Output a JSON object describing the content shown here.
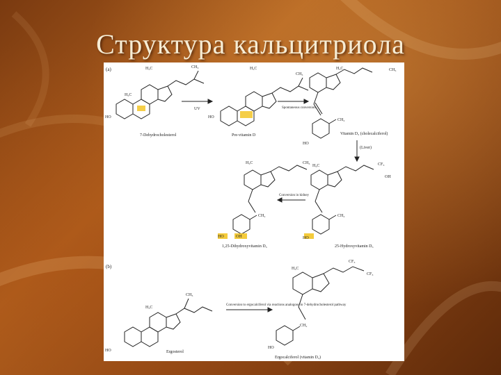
{
  "slide": {
    "title": "Структура кальцитриола"
  },
  "figure": {
    "panel_a": "(a)",
    "panel_b": "(b)",
    "labels": {
      "dehydro": "7-Dehydrocholesterol",
      "previtamin": "Pre-vitamin D",
      "vitd3": "Vitamin D₃ (cholecalciferol)",
      "dihydroxy": "1,25-Dihydroxyvitamin D₃",
      "hydroxy25": "25-Hydroxyvitamin D₃",
      "ergosterol": "Ergosterol",
      "ergocalciferol": "Ergocalciferol (vitamin D₂)"
    },
    "arrows": {
      "uv": "UV",
      "spontaneous": "Spontaneous conversion",
      "liver": "(Liver)",
      "kidney": "Conversion in kidney",
      "ergo_note": "Conversion to ergocalciferol via reactions analogous to 7-dehydrocholesterol pathway"
    },
    "groups": {
      "ch3": "CH₃",
      "h3c": "H₃C",
      "ch2": "CH₂",
      "cf3": "CF₃",
      "ho": "HO",
      "oh": "OH",
      "h2c": "H₂C",
      "cf3b": "CF₃"
    }
  }
}
